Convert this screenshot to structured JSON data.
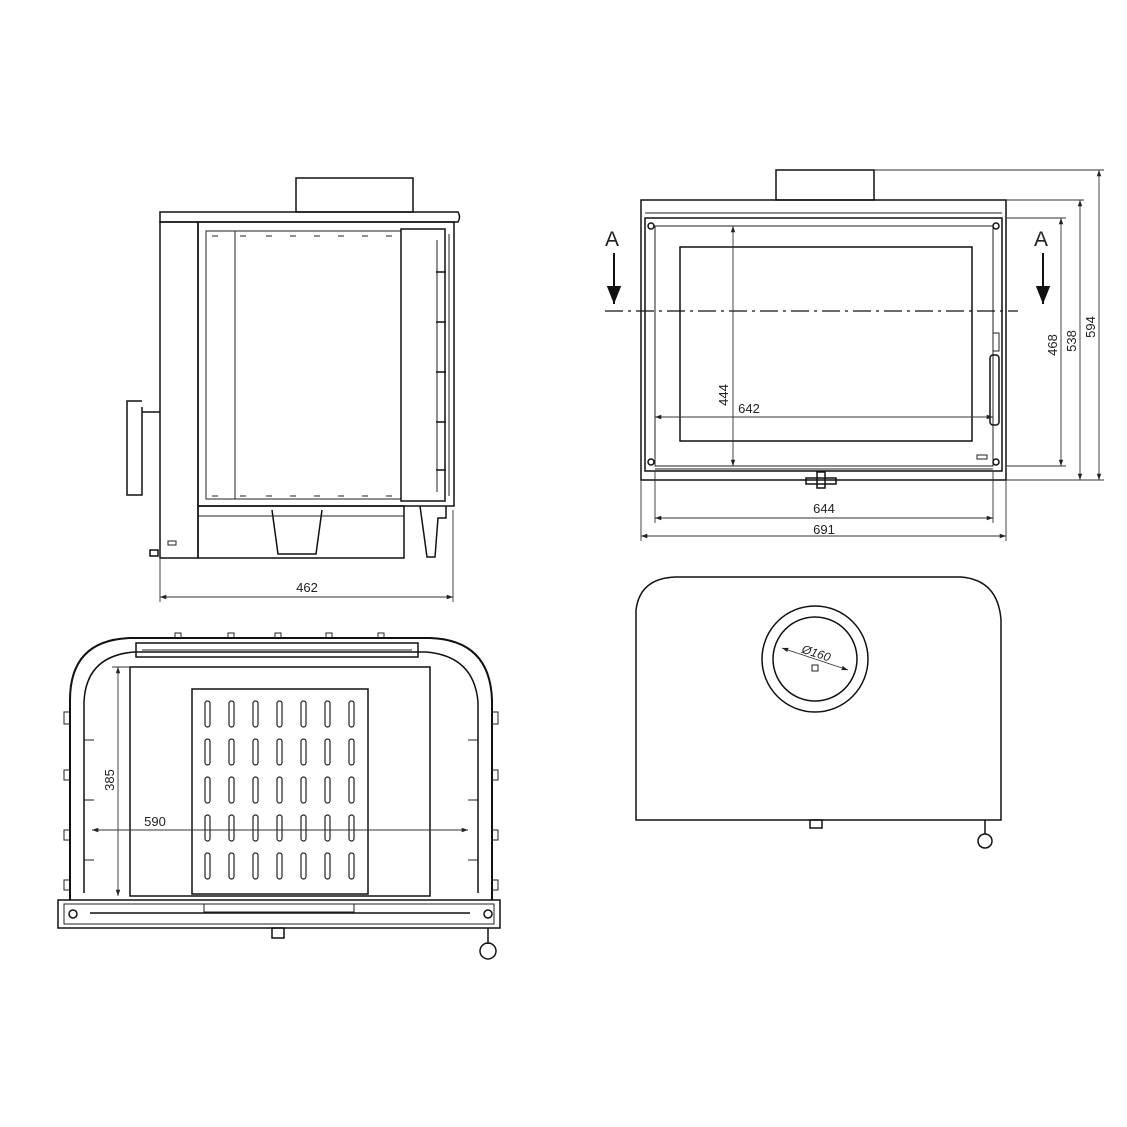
{
  "side_view": {
    "width_label": "462"
  },
  "front_view": {
    "section_label_left": "A",
    "section_label_right": "A",
    "glass_height_label": "444",
    "glass_width_label": "642",
    "width_inner_label": "644",
    "width_outer_label": "691",
    "height_468_label": "468",
    "height_538_label": "538",
    "height_594_label": "594"
  },
  "plan_view": {
    "depth_label": "385",
    "width_label": "590"
  },
  "top_view": {
    "flue_diameter_label": "Ø160"
  }
}
